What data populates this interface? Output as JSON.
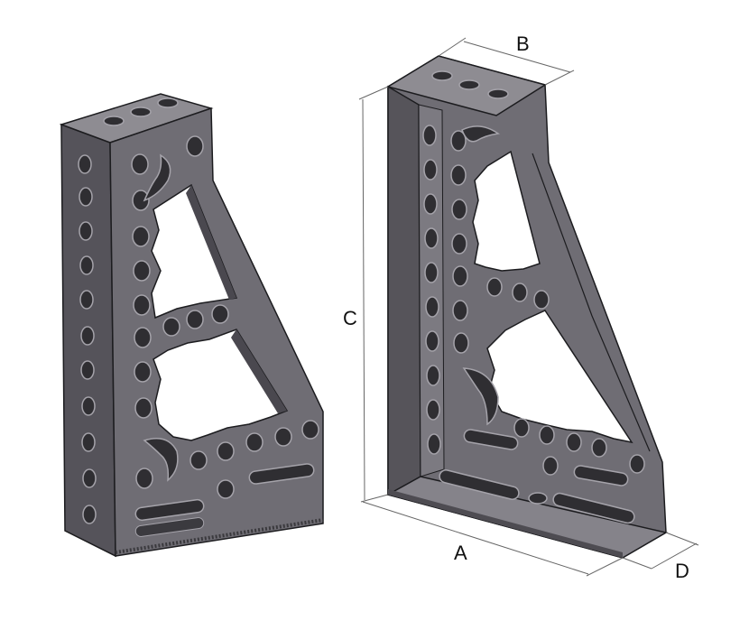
{
  "labels": {
    "a": "A",
    "b": "B",
    "c": "C",
    "d": "D"
  },
  "colors": {
    "front_face": "#6e6c73",
    "side_face": "#56545a",
    "top_face": "#8c8a90",
    "hole": "#2e2d31",
    "hole_rim": "#9a98a0",
    "edge": "#1c1c1f",
    "dimension_line": "#555555"
  },
  "left_bracket": {
    "top_holes": 3,
    "column_holes": 10,
    "front_holes": 11
  },
  "right_bracket": {
    "top_holes": 3,
    "column_holes": 11,
    "base_slots": 2
  }
}
